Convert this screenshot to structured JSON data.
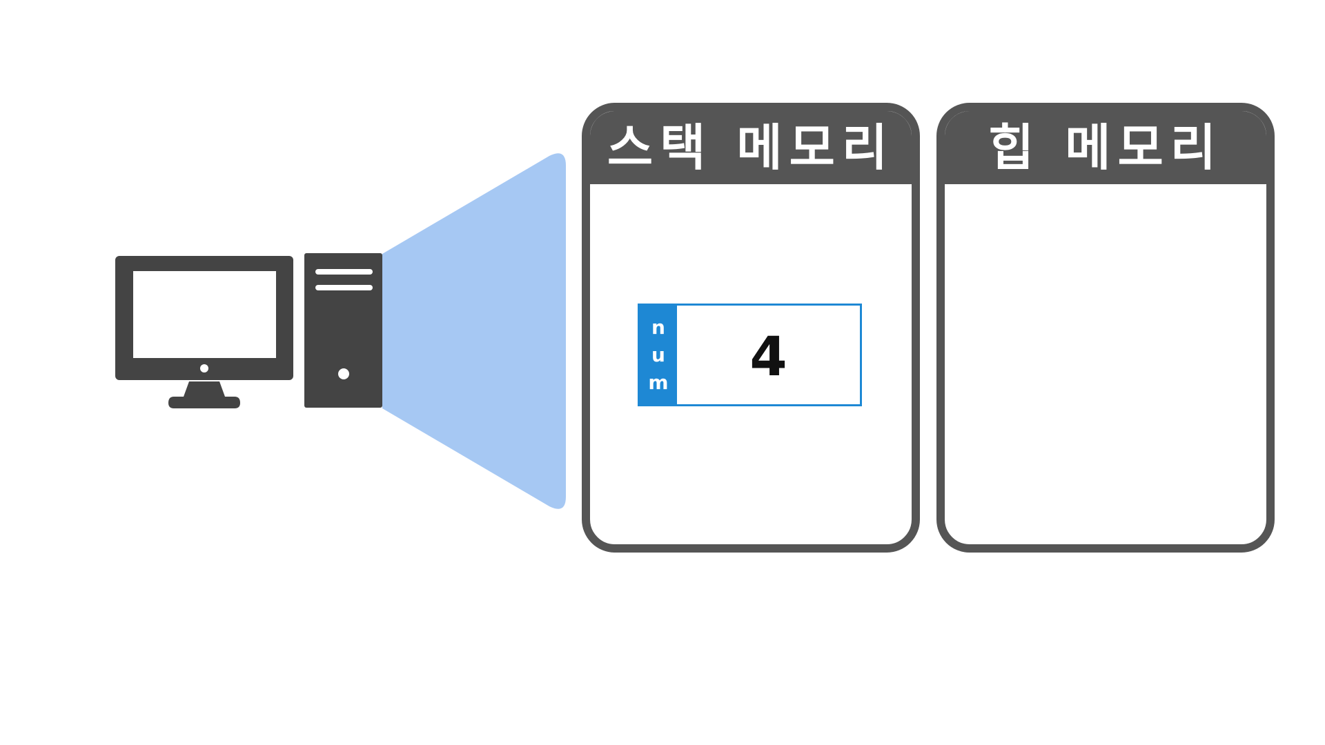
{
  "stack": {
    "title": "스택 메모리",
    "variable": {
      "name": [
        "n",
        "u",
        "m"
      ],
      "value": "4"
    }
  },
  "heap": {
    "title": "힙 메모리"
  },
  "colors": {
    "panel_dark": "#555555",
    "computer": "#444444",
    "projection": "#a6c8f3",
    "variable_accent": "#1e88d4"
  }
}
